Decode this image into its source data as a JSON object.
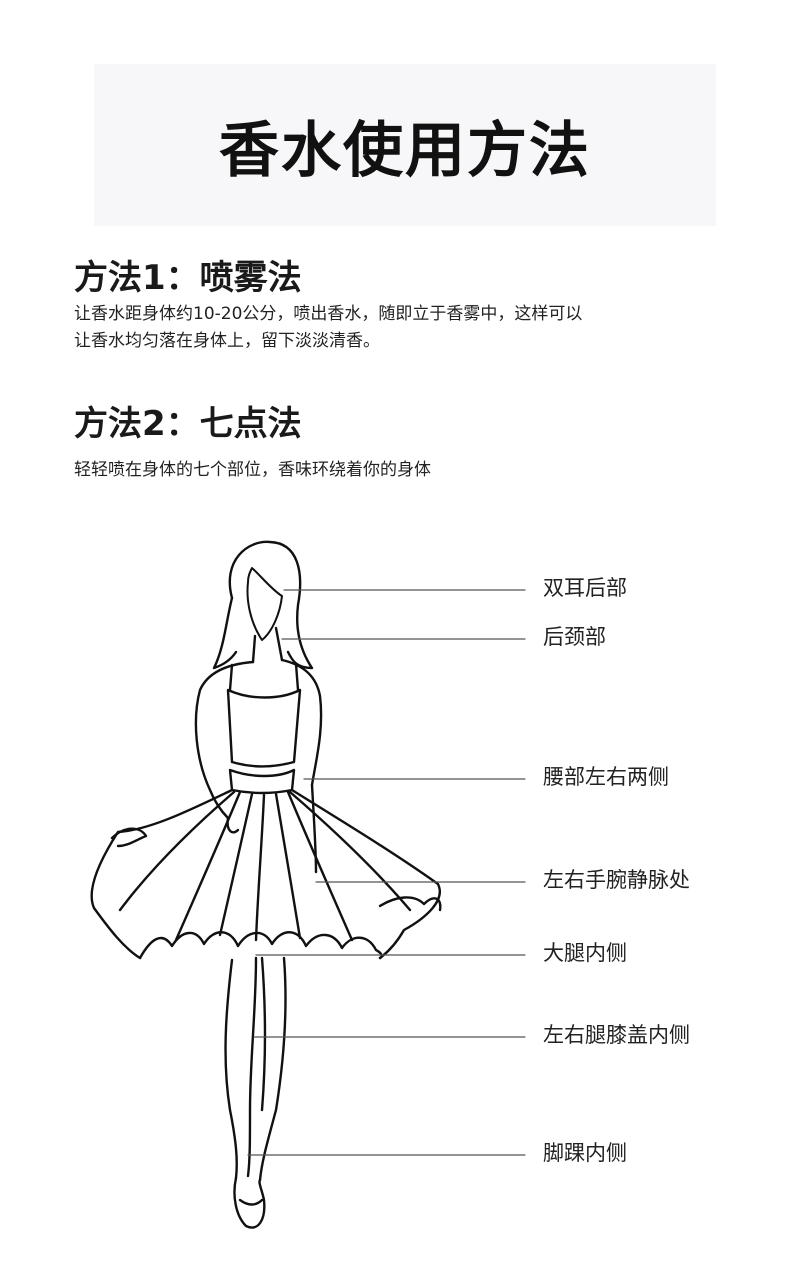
{
  "title": "香水使用方法",
  "method1": {
    "title": "方法1：喷雾法",
    "desc_line1": "让香水距身体约10-20公分，喷出香水，随即立于香雾中，这样可以",
    "desc_line2": "让香水均匀落在身体上，留下淡淡清香。"
  },
  "method2": {
    "title": "方法2：七点法",
    "desc": "轻轻喷在身体的七个部位，香味环绕着你的身体"
  },
  "points": [
    "双耳后部",
    "后颈部",
    "腰部左右两侧",
    "左右手腕静脉处",
    "大腿内侧",
    "左右腿膝盖内侧",
    "脚踝内侧"
  ]
}
